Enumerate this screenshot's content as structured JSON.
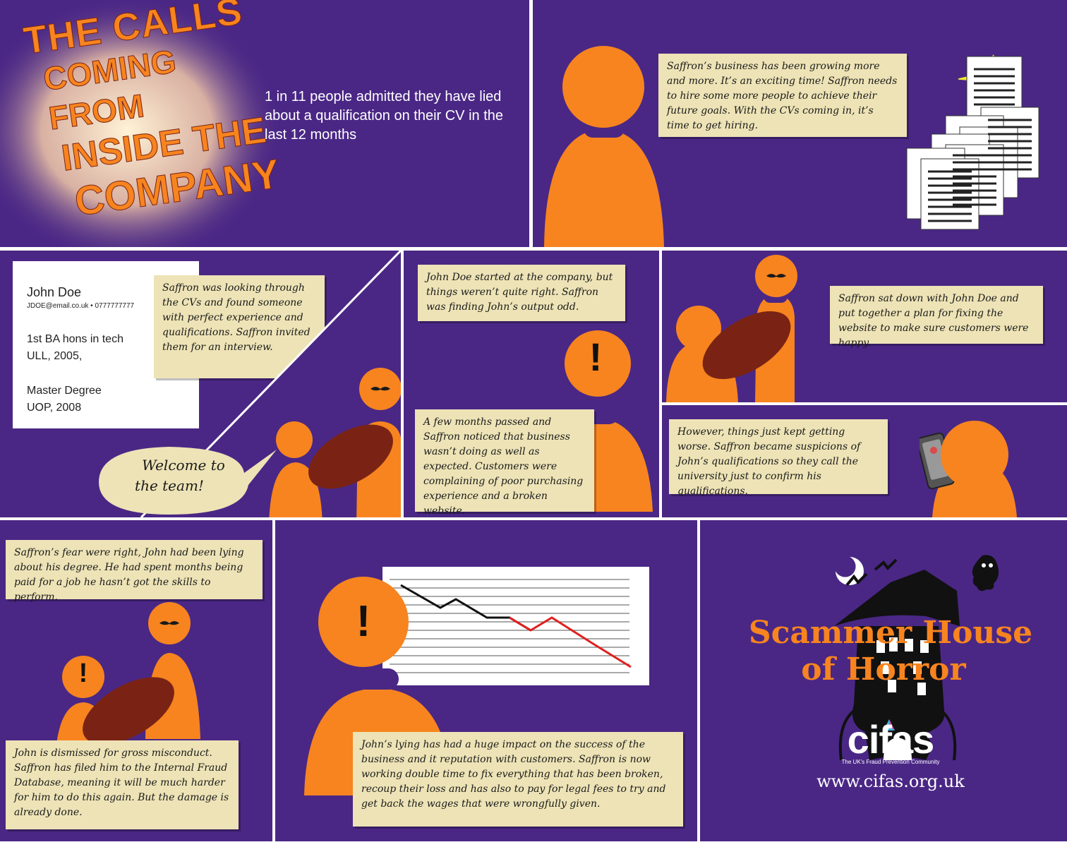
{
  "header": {
    "title_lines": [
      "THE CALLS",
      "COMING FROM",
      "INSIDE THE",
      "COMPANY"
    ],
    "stat": "1 in 11 people admitted they have lied about a qualification on their CV in the last 12 months"
  },
  "panel_hiring": {
    "caption": "Saffron’s business has been growing more and more. It’s an exciting time! Saffron needs to hire some more people to achieve their future goals. With the CVs coming in, it’s time to get hiring."
  },
  "cv": {
    "name": "John Doe",
    "contact": "JDOE@email.co.uk • 0777777777",
    "line1": "1st BA hons in tech",
    "line2": "ULL, 2005,",
    "line3": "Master Degree",
    "line4": "UOP, 2008"
  },
  "panel_interview": {
    "caption": "Saffron was looking through the CVs and found someone with perfect experience and qualifications. Saffron invited them for an interview.",
    "speech_line1": "Welcome to",
    "speech_line2": "the team!"
  },
  "panel_start": {
    "caption_top": "John Doe started at the company, but things weren’t quite right. Saffron was finding John’s output odd.",
    "caption_bottom": "A few months passed and Saffron noticed that business wasn’t doing as well as expected. Customers were complaining of poor purchasing experience and a broken website.",
    "alert_symbol": "!"
  },
  "panel_plan": {
    "caption": "Saffron sat down with John Doe and put together a plan for fixing the website to make sure customers were happy."
  },
  "panel_call": {
    "caption": "However, things just kept getting worse. Saffron became suspicions of John’s qualifications so they call the university just to confirm his qualifications."
  },
  "panel_fear": {
    "caption_top": "Saffron’s fear were right, John had been lying about his degree. He had spent months being paid for a job he hasn’t got the skills to perform.",
    "caption_bottom": "John is dismissed for gross misconduct. Saffron has filed him to the Internal Fraud Database, meaning it will be much harder for him to do this again. But the damage is already done.",
    "alert_symbol": "!"
  },
  "panel_impact": {
    "caption": "John’s lying has had a huge impact on the success of the business and it reputation with customers. Saffron is now working double time to fix everything that has been broken, recoup their loss and has also to pay for legal fees to try and get back the wages that were wrongfully given.",
    "alert_symbol": "!"
  },
  "branding": {
    "title_line1": "Scammer House",
    "title_line2": "of Horror",
    "logo_text": "cifas",
    "logo_tagline": "The UK's Fraud Prevention Community",
    "url": "www.cifas.org.uk"
  },
  "colors": {
    "panel_bg": "#4a2785",
    "figure": "#f7841f",
    "caption_bg": "#ede3b6",
    "arm": "#7a2314"
  }
}
